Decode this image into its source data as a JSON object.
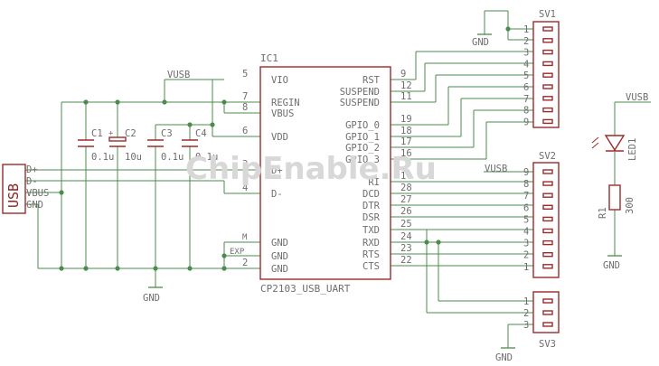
{
  "watermark": "ChipEnable.Ru",
  "ic": {
    "ref": "IC1",
    "value": "CP2103_USB_UART",
    "left_pins": [
      {
        "num": "5",
        "name": "VIO"
      },
      {
        "num": "7",
        "name": "REGIN"
      },
      {
        "num": "8",
        "name": "VBUS"
      },
      {
        "num": "6",
        "name": "VDD"
      },
      {
        "num": "3",
        "name": "D+"
      },
      {
        "num": "4",
        "name": "D-"
      },
      {
        "num": "",
        "name": "GND"
      },
      {
        "num": "",
        "name": "GND"
      },
      {
        "num": "2",
        "name": "GND"
      }
    ],
    "right_pins": [
      {
        "num": "9",
        "name": "RST"
      },
      {
        "num": "12",
        "name": "SUSPEND"
      },
      {
        "num": "11",
        "name": "SUSPEND"
      },
      {
        "num": "19",
        "name": "GPIO_0"
      },
      {
        "num": "18",
        "name": "GPIO_1"
      },
      {
        "num": "17",
        "name": "GPIO_2"
      },
      {
        "num": "16",
        "name": "GPIO_3"
      },
      {
        "num": "1",
        "name": "RI"
      },
      {
        "num": "28",
        "name": "DCD"
      },
      {
        "num": "27",
        "name": "DTR"
      },
      {
        "num": "26",
        "name": "DSR"
      },
      {
        "num": "25",
        "name": "TXD"
      },
      {
        "num": "24",
        "name": "RXD"
      },
      {
        "num": "23",
        "name": "RTS"
      },
      {
        "num": "22",
        "name": "CTS"
      }
    ],
    "gnd_marks": [
      "M",
      "EXP"
    ]
  },
  "usb": {
    "label": "USB",
    "pins": [
      "D+",
      "D-",
      "VBUS",
      "GND"
    ]
  },
  "caps": [
    {
      "ref": "C1",
      "value": "0.1u"
    },
    {
      "ref": "C2",
      "value": "10u"
    },
    {
      "ref": "C3",
      "value": "0.1u"
    },
    {
      "ref": "C4",
      "value": "0.1u"
    }
  ],
  "nets": {
    "vusb_top": "VUSB",
    "vusb_sv2": "VUSB",
    "vusb_led": "VUSB",
    "gnd_caps": "GND",
    "gnd_sv1": "GND",
    "gnd_sv3": "GND",
    "gnd_led": "GND"
  },
  "sv1": {
    "ref": "SV1",
    "pins": [
      "1",
      "2",
      "3",
      "4",
      "5",
      "6",
      "7",
      "8",
      "9"
    ]
  },
  "sv2": {
    "ref": "SV2",
    "pins": [
      "9",
      "8",
      "7",
      "6",
      "5",
      "4",
      "3",
      "2",
      "1"
    ]
  },
  "sv3": {
    "ref": "SV3",
    "pins": [
      "1",
      "2",
      "3"
    ]
  },
  "led": {
    "ref": "LED1"
  },
  "resistor": {
    "ref": "R1",
    "value": "300"
  }
}
